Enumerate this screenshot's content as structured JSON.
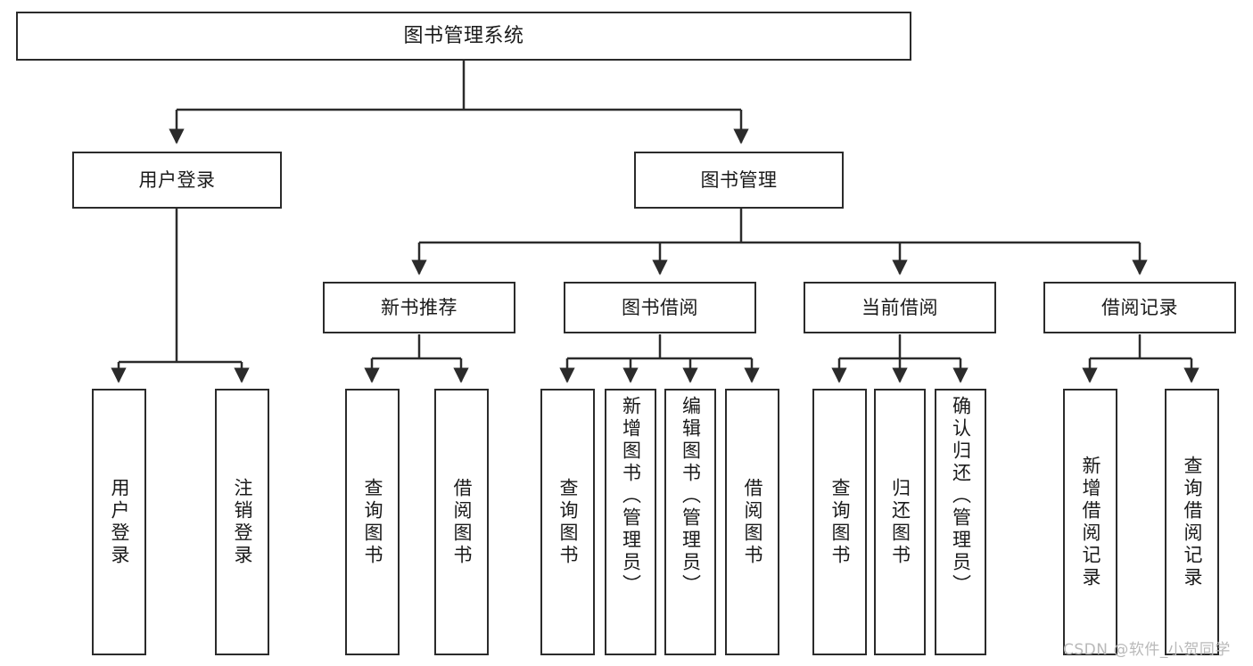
{
  "diagram": {
    "title": "图书管理系统",
    "type": "tree-hierarchy-chart",
    "watermark": "CSDN @软件_小贺同学",
    "colors": {
      "stroke": "#2b2b2b",
      "fill": "#ffffff",
      "text": "#1a1a1a",
      "watermark": "#b9b9b9"
    },
    "nodes": {
      "root": {
        "label": "图书管理系统"
      },
      "level2": [
        {
          "label": "用户登录"
        },
        {
          "label": "图书管理"
        }
      ],
      "level3": [
        {
          "label": "新书推荐"
        },
        {
          "label": "图书借阅"
        },
        {
          "label": "当前借阅"
        },
        {
          "label": "借阅记录"
        }
      ],
      "leaves": {
        "user_login": [
          {
            "label": "用户登录"
          },
          {
            "label": "注销登录"
          }
        ],
        "new_book_rec": [
          {
            "label": "查询图书"
          },
          {
            "label": "借阅图书"
          }
        ],
        "book_borrow": [
          {
            "label": "查询图书"
          },
          {
            "label": "新增图书（管理员）"
          },
          {
            "label": "编辑图书（管理员）"
          },
          {
            "label": "借阅图书"
          }
        ],
        "current_borrow": [
          {
            "label": "查询图书"
          },
          {
            "label": "归还图书"
          },
          {
            "label": "确认归还（管理员）"
          }
        ],
        "borrow_record": [
          {
            "label": "新增借阅记录"
          },
          {
            "label": "查询借阅记录"
          }
        ]
      }
    }
  }
}
